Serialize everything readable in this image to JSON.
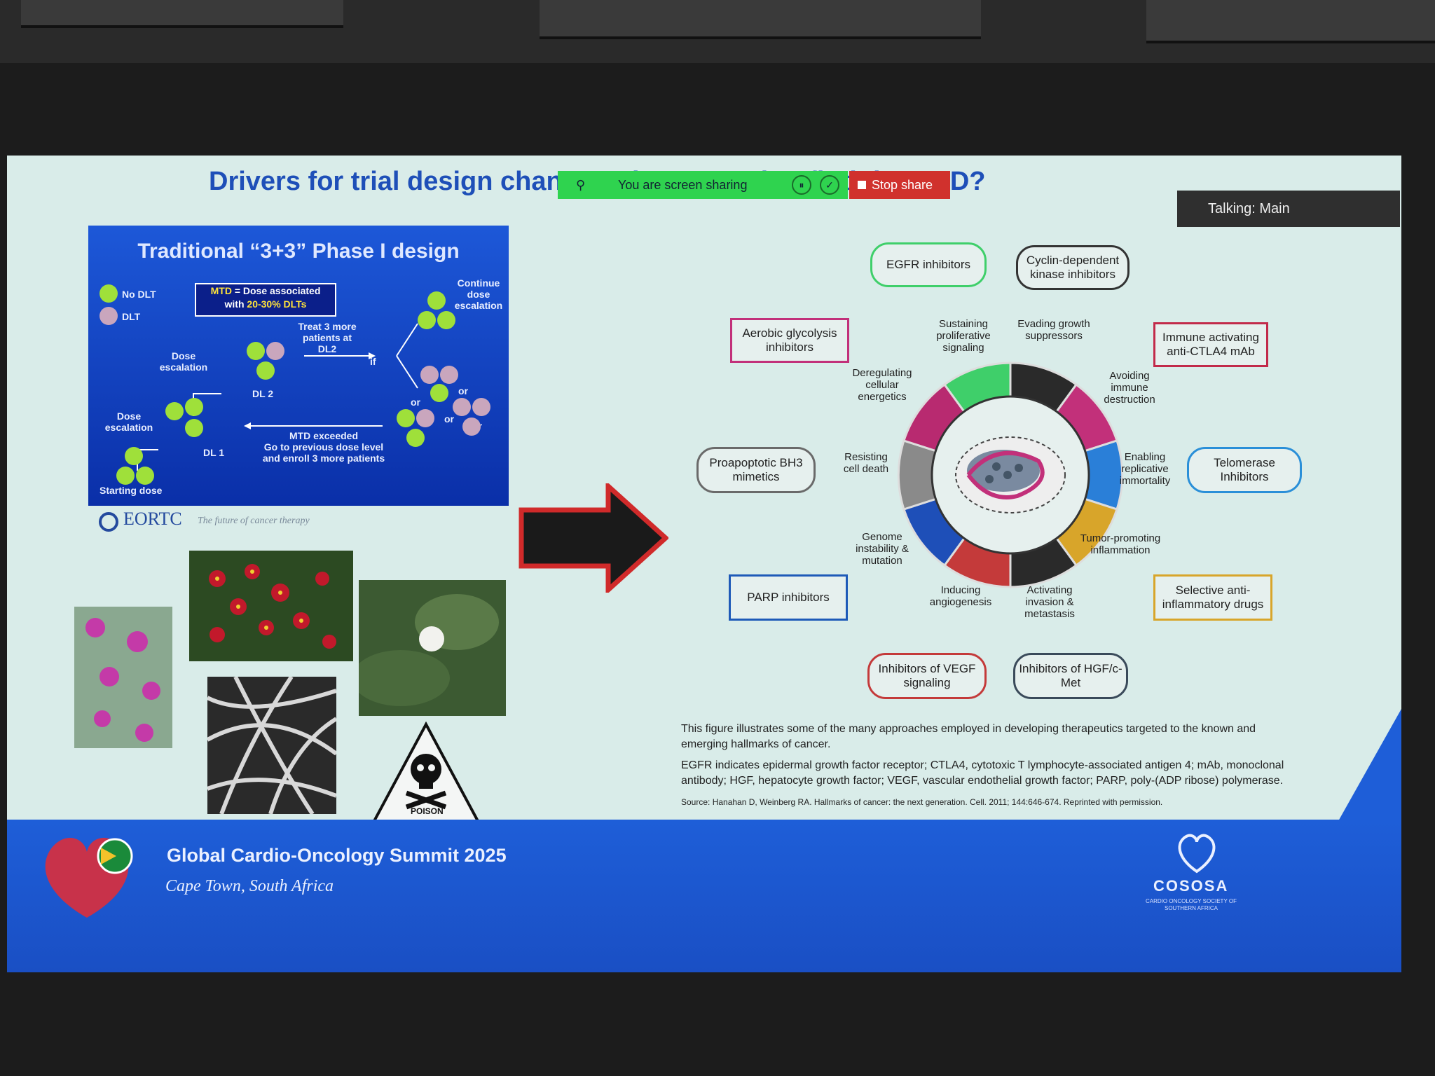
{
  "slide": {
    "title": "Drivers for trial design change – do we need to find the MTD?"
  },
  "zoom": {
    "sharing_text": "You are screen sharing",
    "stop_share_label": "Stop share",
    "talking_label": "Talking: Main"
  },
  "design_panel": {
    "title": "Traditional “3+3” Phase I design",
    "legend_no_dlt": "No DLT",
    "legend_dlt": "DLT",
    "mtd_def_prefix": "MTD",
    "mtd_def_rest": " = Dose associated",
    "mtd_def_line2_prefix": "with ",
    "mtd_def_line2_highlight": "20-30% DLTs",
    "treat3": "Treat 3 more patients at DL2",
    "if_label": "if",
    "continue": "Continue dose escalation",
    "or1": "or",
    "or2": "or",
    "or3": "or",
    "or4": "or",
    "dose_escalation_1": "Dose escalation",
    "dose_escalation_2": "Dose escalation",
    "dl2": "DL 2",
    "dl1": "DL 1",
    "starting_dose": "Starting dose",
    "mtd_exceeded": "MTD exceeded",
    "go_previous": "Go to previous dose level",
    "enroll3": "and enroll 3 more patients"
  },
  "eortc": {
    "logo": "EORTC",
    "tagline": "The future of cancer therapy"
  },
  "poison_label": "POISON",
  "hallmarks": {
    "boxes": {
      "egfr": "EGFR inhibitors",
      "cdk": "Cyclin-dependent kinase inhibitors",
      "aerobic": "Aerobic glycolysis inhibitors",
      "immune": "Immune activating anti-CTLA4 mAb",
      "proapoptotic": "Proapoptotic BH3 mimetics",
      "telomerase": "Telomerase Inhibitors",
      "parp": "PARP inhibitors",
      "selective": "Selective anti-inflammatory drugs",
      "vegf": "Inhibitors of VEGF signaling",
      "hgf": "Inhibitors of HGF/c-Met"
    },
    "labels": {
      "sustaining": "Sustaining proliferative signaling",
      "evading": "Evading growth suppressors",
      "deregulating": "Deregulating cellular energetics",
      "avoiding": "Avoiding immune destruction",
      "resisting": "Resisting cell death",
      "enabling": "Enabling replicative immortality",
      "genome": "Genome instability & mutation",
      "tumor": "Tumor-promoting inflammation",
      "inducing": "Inducing angiogenesis",
      "activating": "Activating invasion & metastasis"
    },
    "colors": {
      "egfr": "#3fcf6a",
      "cdk": "#333333",
      "aerobic": "#c2307a",
      "immune": "#c22a4a",
      "proapoptotic": "#6a6a6a",
      "telomerase": "#2a8fd8",
      "parp": "#1e5ab8",
      "selective": "#d8a52a",
      "vegf": "#c43a3a",
      "hgf": "#3a4a5a"
    }
  },
  "caption": {
    "p1": "This figure illustrates some of the many approaches employed in developing therapeutics targeted to the known and emerging hallmarks of cancer.",
    "p2": "EGFR indicates epidermal growth factor receptor; CTLA4, cytotoxic T lymphocyte-associated antigen 4; mAb, monoclonal antibody; HGF, hepatocyte growth factor; VEGF, vascular endothelial growth factor; PARP, poly-(ADP ribose) polymerase.",
    "source": "Source: Hanahan D, Weinberg RA. Hallmarks of cancer: the next generation. Cell. 2011; 144:646-674. Reprinted with permission."
  },
  "footer": {
    "title": "Global Cardio-Oncology Summit 2025",
    "subtitle": "Cape Town, South Africa",
    "org_logo": "COSOSA",
    "org_sub": "CARDIO ONCOLOGY SOCIETY OF SOUTHERN AFRICA"
  }
}
